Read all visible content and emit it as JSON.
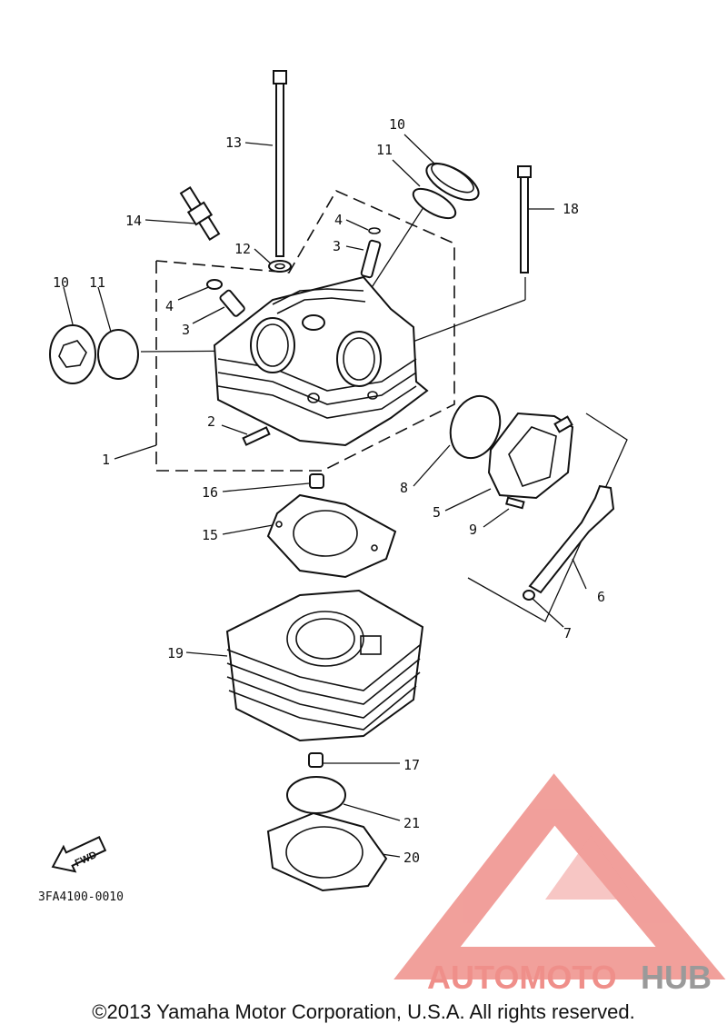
{
  "callouts": {
    "c1": "1",
    "c2": "2",
    "c3a": "3",
    "c3b": "3",
    "c4a": "4",
    "c4b": "4",
    "c5": "5",
    "c6": "6",
    "c7": "7",
    "c8": "8",
    "c9": "9",
    "c10a": "10",
    "c10b": "10",
    "c11a": "11",
    "c11b": "11",
    "c12": "12",
    "c13": "13",
    "c14": "14",
    "c15": "15",
    "c16": "16",
    "c17": "17",
    "c18": "18",
    "c19": "19",
    "c20": "20",
    "c21": "21"
  },
  "fwd_label": "FWD",
  "diagram_code": "3FA4100-0010",
  "watermark": {
    "text_part1": "AUTOMOTO",
    "text_part2": "HUB",
    "color_primary": "#ef8f8a",
    "color_accent": "#f6c96b",
    "color_secondary": "#9a9a9a"
  },
  "copyright": "©2013 Yamaha Motor Corporation, U.S.A. All rights reserved."
}
